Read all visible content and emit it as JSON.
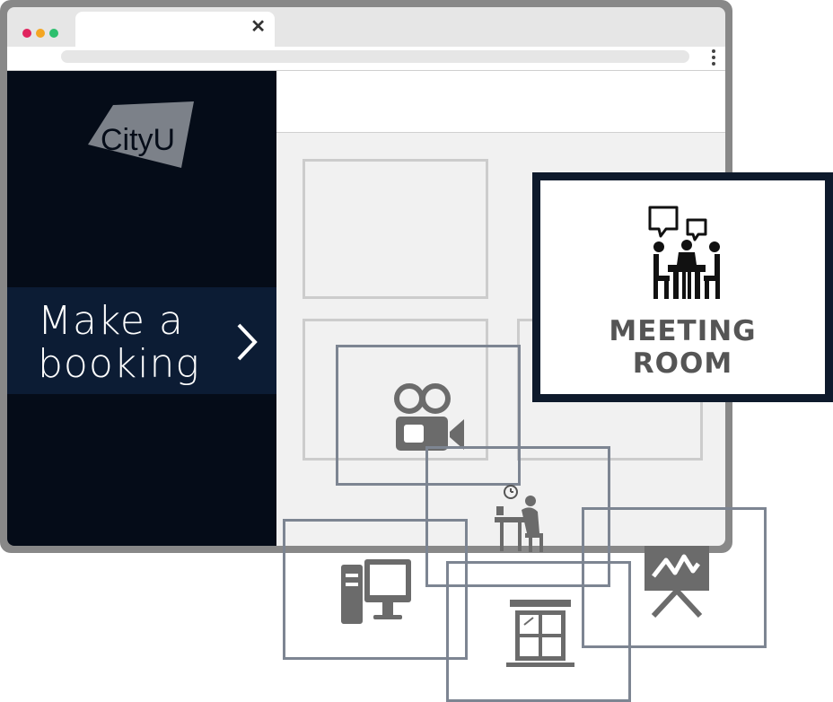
{
  "brand": {
    "logo_text": "CityU"
  },
  "sidebar": {
    "booking_line1": "Make a",
    "booking_line2": "booking"
  },
  "featured": {
    "line1": "MEETING",
    "line2": "ROOM"
  },
  "window_dots": [
    "#e0245e",
    "#f4a623",
    "#2dbf6e"
  ],
  "icons": {
    "close": "close-icon",
    "menu": "kebab-menu-icon",
    "booking_arrow": "chevron-right-icon",
    "meeting": "meeting-room-icon",
    "video": "video-camera-icon",
    "study": "study-desk-icon",
    "computer": "computer-icon",
    "window": "window-icon",
    "presentation": "presentation-board-icon"
  },
  "colors": {
    "sidebar": "#050c18",
    "booking_highlight": "#0c1c34",
    "card_border": "#7d8592",
    "icon": "#6b6b6b"
  }
}
